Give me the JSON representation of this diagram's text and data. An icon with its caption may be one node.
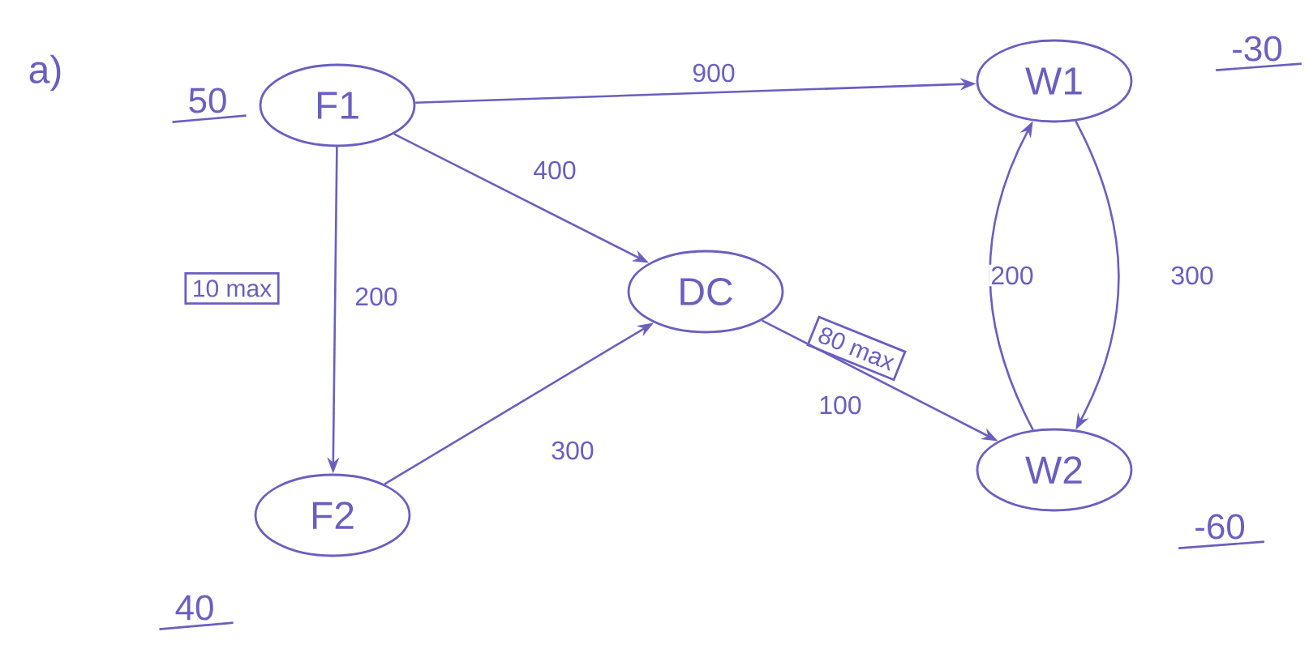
{
  "diagram": {
    "nodes": [
      {
        "text": [
          "F1"
        ],
        "beside": [
          "50"
        ]
      },
      {
        "text": [
          "W1"
        ],
        "beside": [
          "-30"
        ]
      },
      {
        "text": [
          "DC"
        ]
      },
      {
        "text": [
          "F2"
        ],
        "beside": [
          "40"
        ]
      },
      {
        "text": [
          "W2"
        ],
        "beside": [
          "-60"
        ]
      },
      {
        "text": [
          "10 max"
        ]
      },
      {
        "text": [
          "80 max"
        ]
      }
    ],
    "edges": [
      {
        "from": 0,
        "to": 1,
        "arrow": "to",
        "label": "900"
      },
      {
        "from": 0,
        "to": 2,
        "arrow": "to",
        "label": "400"
      },
      {
        "from": 0,
        "to": 3,
        "arrow": "to",
        "label": "200"
      },
      {
        "from": 3,
        "to": 2,
        "arrow": "to",
        "label": "300"
      },
      {
        "from": 2,
        "to": 4,
        "arrow": "to",
        "label": "100"
      },
      {
        "from": 4,
        "to": 1,
        "arrow": "to",
        "label": "200"
      },
      {
        "from": 1,
        "to": 4,
        "arrow": "to",
        "label": "300"
      }
    ],
    "labels": [
      "a)"
    ]
  }
}
